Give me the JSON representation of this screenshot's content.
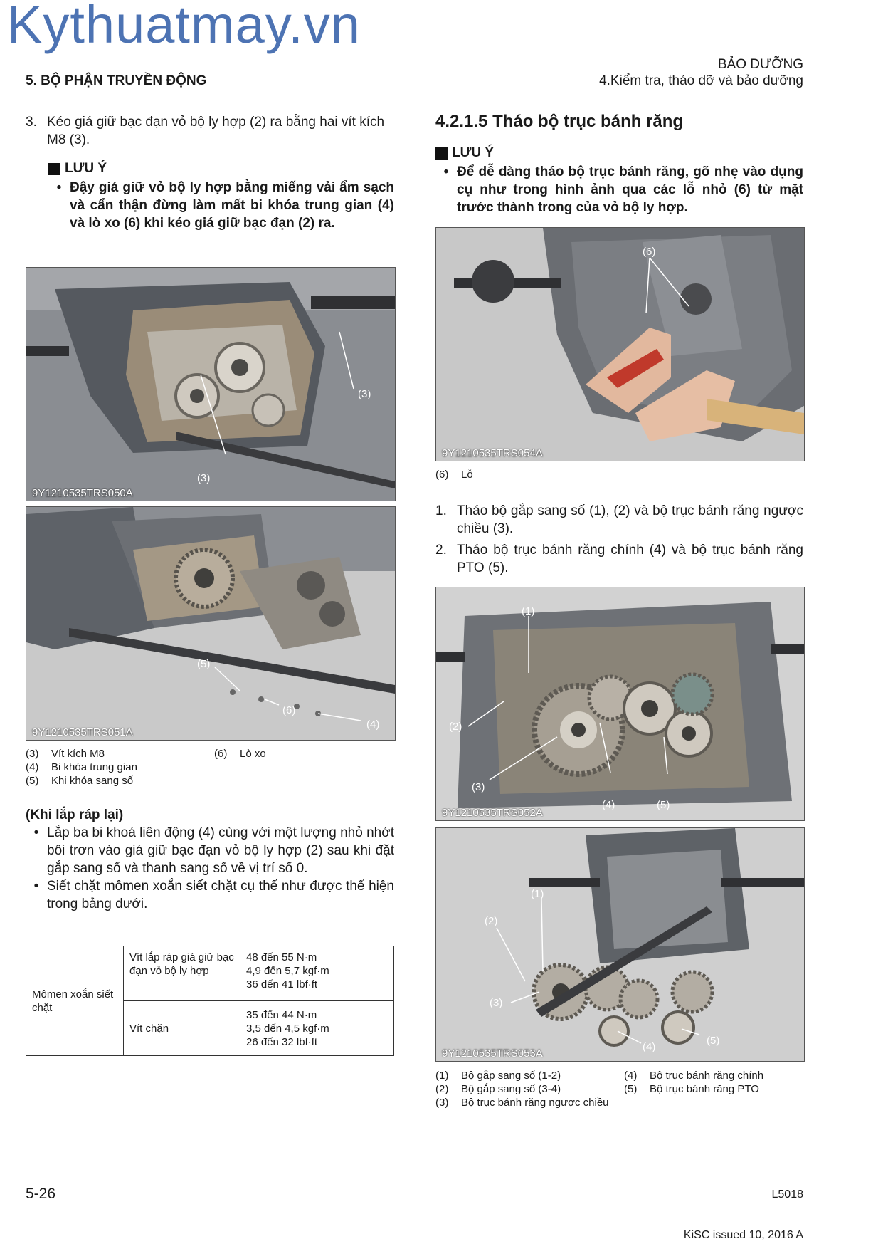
{
  "watermark": "Kythuatmay.vn",
  "header": {
    "section": "5. BỘ PHẬN TRUYỀN ĐỘNG",
    "category": "BẢO DƯỠNG",
    "subsection": "4.Kiểm tra, tháo dỡ và bảo dưỡng"
  },
  "left": {
    "step3_num": "3.",
    "step3_text": "Kéo giá giữ bạc đạn vỏ bộ ly hợp (2) ra bằng hai vít kích M8 (3).",
    "note_title": "LƯU Ý",
    "note_bullet": "•",
    "note_text": "Đậy giá giữ vỏ bộ ly hợp bằng miếng vải ẩm sạch và cẩn thận đừng làm mất bi khóa trung gian (4) và lò xo (6) khi kéo giá giữ bạc đạn (2) ra.",
    "photo1": {
      "id": "9Y1210535TRS050A",
      "callouts": [
        "(3)",
        "(3)"
      ]
    },
    "photo2": {
      "id": "9Y1210535TRS051A",
      "callouts": [
        "(5)",
        "(6)",
        "(4)"
      ]
    },
    "captions": [
      {
        "num": "(3)",
        "text": "Vít kích M8"
      },
      {
        "num": "(4)",
        "text": "Bi khóa trung gian"
      },
      {
        "num": "(5)",
        "text": "Khi khóa sang số"
      },
      {
        "num": "(6)",
        "text": "Lò xo"
      }
    ],
    "reassembly_title": "(Khi lắp ráp lại)",
    "reassembly_bullet": "•",
    "reassembly_items": [
      "Lắp ba bi khoá liên động (4) cùng với một lượng nhỏ nhớt bôi trơn vào giá giữ bạc đạn vỏ bộ ly hợp (2) sau khi đặt gắp sang số và thanh sang số về vị trí số 0.",
      "Siết chặt mômen xoắn siết chặt cụ thể như được thể hiện trong bảng dưới."
    ],
    "table": {
      "label": "Mômen xoắn siết chặt",
      "rows": [
        {
          "item": "Vít lắp ráp giá giữ bạc đạn vỏ bộ ly hợp",
          "v1": "48 đến 55 N·m",
          "v2": "4,9 đến 5,7 kgf·m",
          "v3": "36 đến 41 lbf·ft"
        },
        {
          "item": "Vít chặn",
          "v1": "35 đến 44 N·m",
          "v2": "3,5 đến 4,5 kgf·m",
          "v3": "26 đến 32 lbf·ft"
        }
      ]
    }
  },
  "right": {
    "heading": "4.2.1.5 Tháo bộ trục bánh răng",
    "note_title": "LƯU Ý",
    "note_bullet": "•",
    "note_text": "Để dễ dàng tháo bộ trục bánh răng, gõ nhẹ vào dụng cụ như trong hình ảnh qua các lỗ nhỏ (6) từ mặt trước thành trong của vỏ bộ ly hợp.",
    "photo3": {
      "id": "9Y1210535TRS054A",
      "callouts": [
        "(6)"
      ]
    },
    "photo3_caption": {
      "num": "(6)",
      "text": "Lỗ"
    },
    "steps": [
      {
        "num": "1.",
        "text": "Tháo bộ gắp sang số (1), (2) và bộ trục bánh răng ngược chiều (3)."
      },
      {
        "num": "2.",
        "text": "Tháo bộ trục bánh răng chính (4) và bộ trục bánh răng PTO (5)."
      }
    ],
    "photo4": {
      "id": "9Y1210535TRS052A",
      "callouts": [
        "(1)",
        "(2)",
        "(3)",
        "(4)",
        "(5)"
      ]
    },
    "photo5": {
      "id": "9Y1210535TRS053A",
      "callouts": [
        "(1)",
        "(2)",
        "(3)",
        "(4)",
        "(5)"
      ]
    },
    "captions": [
      {
        "num": "(1)",
        "text": "Bộ gắp sang số (1-2)"
      },
      {
        "num": "(2)",
        "text": "Bộ gắp sang số (3-4)"
      },
      {
        "num": "(3)",
        "text": "Bộ trục bánh răng ngược chiều"
      },
      {
        "num": "(4)",
        "text": "Bộ trục bánh răng chính"
      },
      {
        "num": "(5)",
        "text": "Bộ trục bánh răng PTO"
      }
    ]
  },
  "footer": {
    "page": "5-26",
    "model": "L5018",
    "issued": "KiSC issued 10, 2016 A"
  }
}
